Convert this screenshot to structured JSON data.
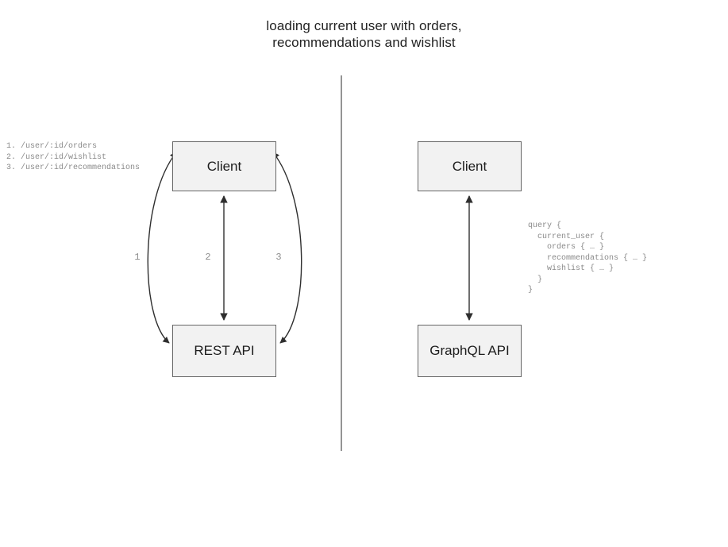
{
  "title": "loading current user with orders,\nrecommendations and wishlist",
  "divider": {
    "name": "vertical-divider",
    "color": "#7a7a7a"
  },
  "colors": {
    "box_fill": "#f2f2f2",
    "box_border": "#666666",
    "edge": "#3a3a3a",
    "annotation_text": "#8a8a8a",
    "title_text": "#232323"
  },
  "left_panel": {
    "name": "rest-panel",
    "endpoints_label": "1. /user/:id/orders\n2. /user/:id/wishlist\n3. /user/:id/recommendations",
    "endpoints": [
      {
        "number": "1",
        "path": "/user/:id/orders"
      },
      {
        "number": "2",
        "path": "/user/:id/wishlist"
      },
      {
        "number": "3",
        "path": "/user/:id/recommendations"
      }
    ],
    "nodes": {
      "client": "Client",
      "api": "REST API"
    },
    "edges": [
      {
        "label": "1",
        "shape": "curve-left",
        "arrows": "both"
      },
      {
        "label": "2",
        "shape": "straight",
        "arrows": "both"
      },
      {
        "label": "3",
        "shape": "curve-right",
        "arrows": "both"
      }
    ]
  },
  "right_panel": {
    "name": "graphql-panel",
    "nodes": {
      "client": "Client",
      "api": "GraphQL API"
    },
    "query_text": "query {\n  current_user {\n    orders { … }\n    recommendations { … }\n    wishlist { … }\n  }\n}",
    "query_lines": [
      "query {",
      "  current_user {",
      "    orders { … }",
      "    recommendations { … }",
      "    wishlist { … }",
      "  }",
      "}"
    ],
    "edges": [
      {
        "label": "",
        "shape": "straight",
        "arrows": "both"
      }
    ]
  }
}
